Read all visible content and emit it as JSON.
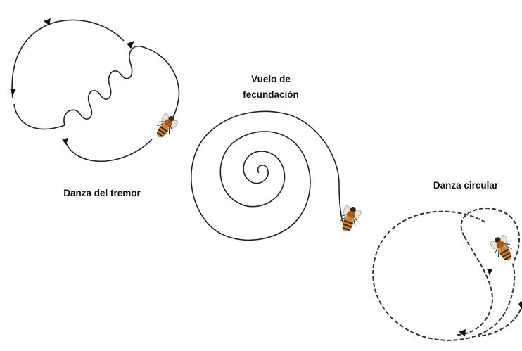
{
  "labels": {
    "tremor": "Danza del tremor",
    "fecundacion_line1": "Vuelo de",
    "fecundacion_line2": "fecundación",
    "circular": "Danza circular"
  },
  "icons": [
    "bee-icon",
    "arrowhead-icon"
  ],
  "colors": {
    "path_stroke": "#222222",
    "bee_body": "#c8742a",
    "bee_stripes": "#3a2412"
  }
}
